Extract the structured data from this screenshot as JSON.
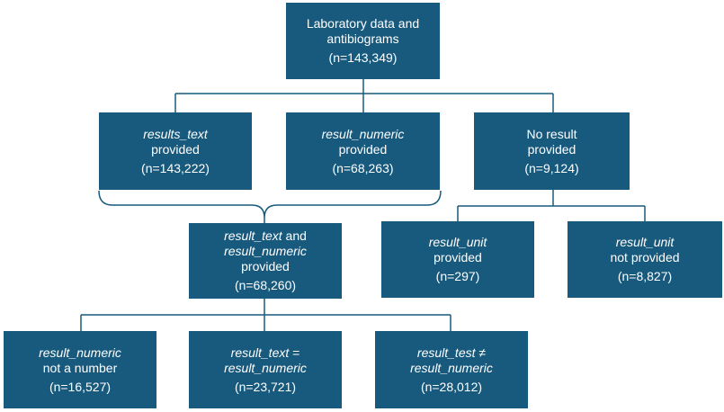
{
  "nodes": {
    "root": {
      "line1": "Laboratory data and",
      "line2": "antibiograms",
      "count": "(n=143,349)"
    },
    "results_text": {
      "line1_italic": "results_text",
      "line2": "provided",
      "count": "(n=143,222)"
    },
    "result_numeric": {
      "line1_italic": "result_numeric",
      "line2": "provided",
      "count": "(n=68,263)"
    },
    "no_result": {
      "line1": "No result",
      "line2": "provided",
      "count": "(n=9,124)"
    },
    "both": {
      "line1_italic": "result_text",
      "line1_rest": " and",
      "line2_italic": "result_numeric",
      "line3": "provided",
      "count": "(n=68,260)"
    },
    "unit_provided": {
      "line1_italic": "result_unit",
      "line2": "provided",
      "count": "(n=297)"
    },
    "unit_not_provided": {
      "line1_italic": "result_unit",
      "line2": "not provided",
      "count": "(n=8,827)"
    },
    "not_number": {
      "line1_italic": "result_numeric",
      "line2": "not a number",
      "count": "(n=16,527)"
    },
    "equal": {
      "line1_italic": "result_text",
      "line1_rest": " =",
      "line2_italic": "result_numeric",
      "count": "(n=23,721)"
    },
    "not_equal": {
      "line1_italic": "result_test",
      "line1_rest": " ≠",
      "line2_italic": "result_numeric",
      "count": "(n=28,012)"
    }
  },
  "colors": {
    "box": "#185a7d",
    "text": "#ffffff",
    "connector": "#185a7d"
  }
}
